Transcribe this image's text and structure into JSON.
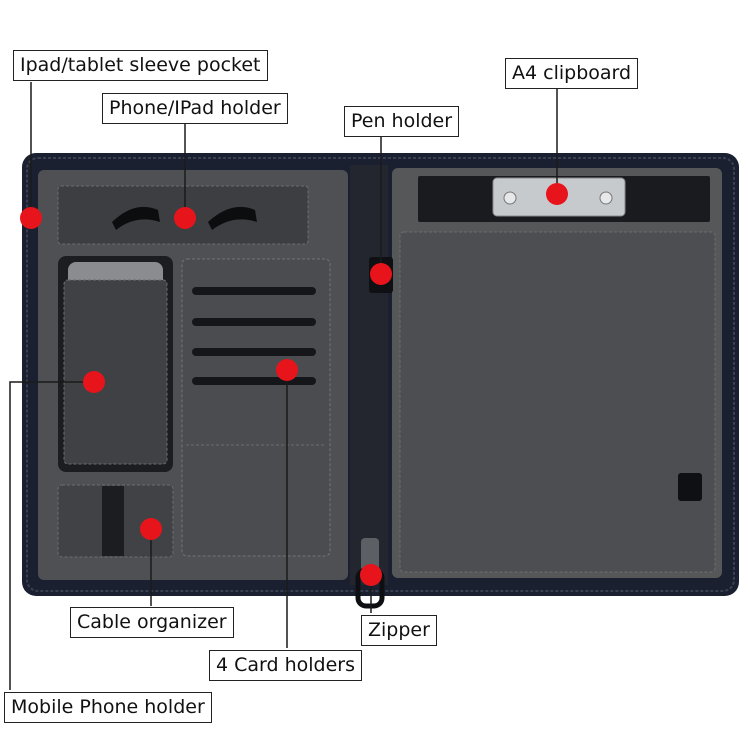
{
  "colors": {
    "leather_outer": "#1b2030",
    "leather_inner": "#505255",
    "marker": "#e8141b",
    "leader": "#1a1a1a"
  },
  "labels": {
    "tablet_sleeve": "Ipad/tablet sleeve pocket",
    "phone_ipad_holder": "Phone/IPad holder",
    "pen_holder": "Pen holder",
    "a4_clipboard": "A4 clipboard",
    "cable_organizer": "Cable organizer",
    "zipper": "Zipper",
    "card_holders": "4 Card holders",
    "mobile_phone_holder": "Mobile Phone holder"
  }
}
